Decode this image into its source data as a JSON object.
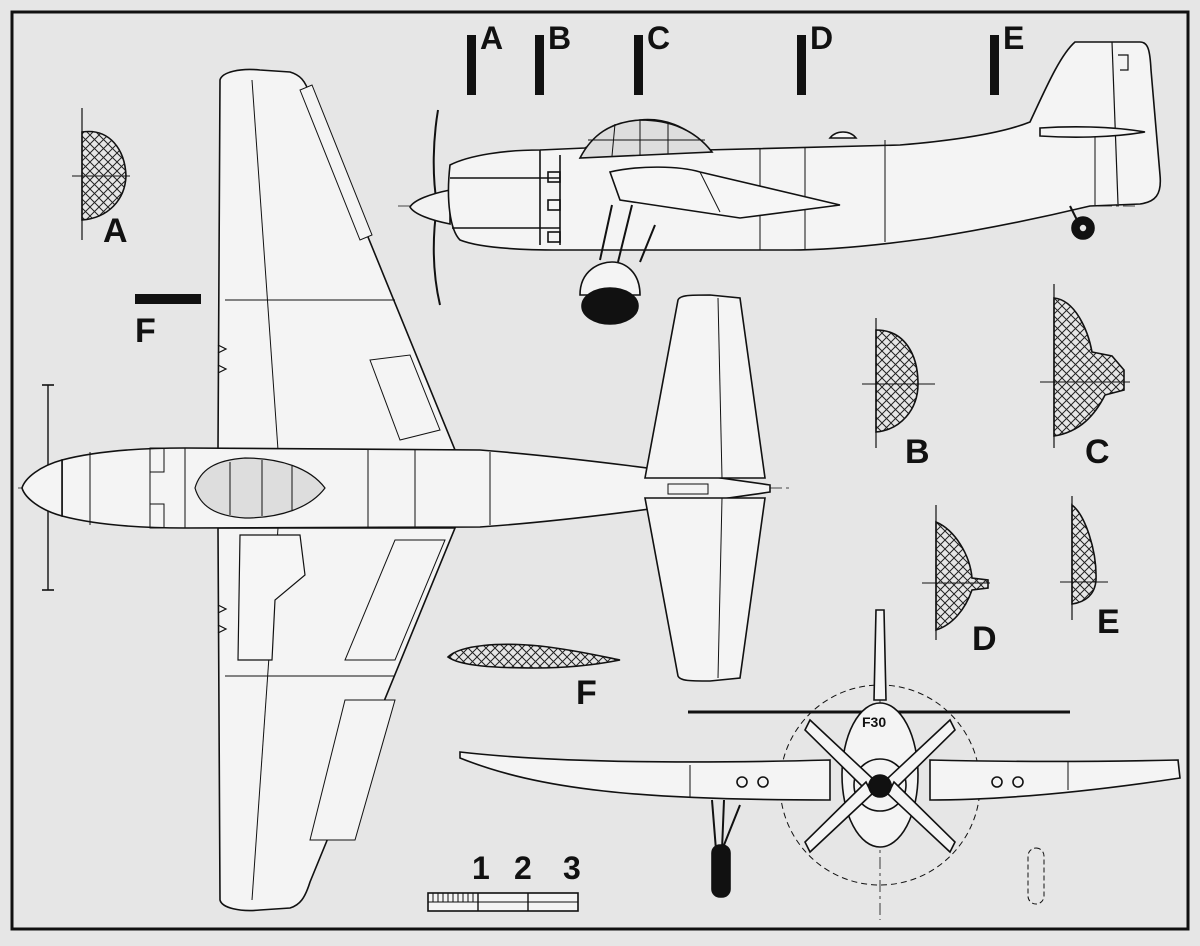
{
  "section_markers": [
    "A",
    "B",
    "C",
    "D",
    "E"
  ],
  "section_labels": {
    "A": "A",
    "B": "B",
    "C": "C",
    "D": "D",
    "E": "E",
    "F": "F"
  },
  "airfoil_label": "F",
  "scale": {
    "numbers": [
      "1",
      "2",
      "3"
    ]
  },
  "tail_code": "F30",
  "colors": {
    "paper": "#e6e6e6",
    "line": "#111111",
    "hatch": "#222222"
  }
}
